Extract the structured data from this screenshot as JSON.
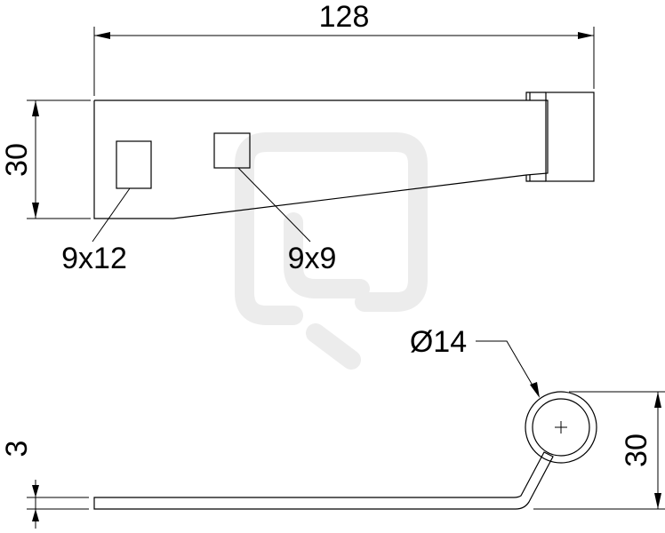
{
  "dimensions": {
    "length": "128",
    "height_top": "30",
    "hole_large": "9x12",
    "hole_small": "9x9",
    "diameter": "Ø14",
    "thickness": "3",
    "height_side": "30"
  },
  "colors": {
    "line": "#000000",
    "watermark": "#ececec",
    "background": "#ffffff"
  }
}
